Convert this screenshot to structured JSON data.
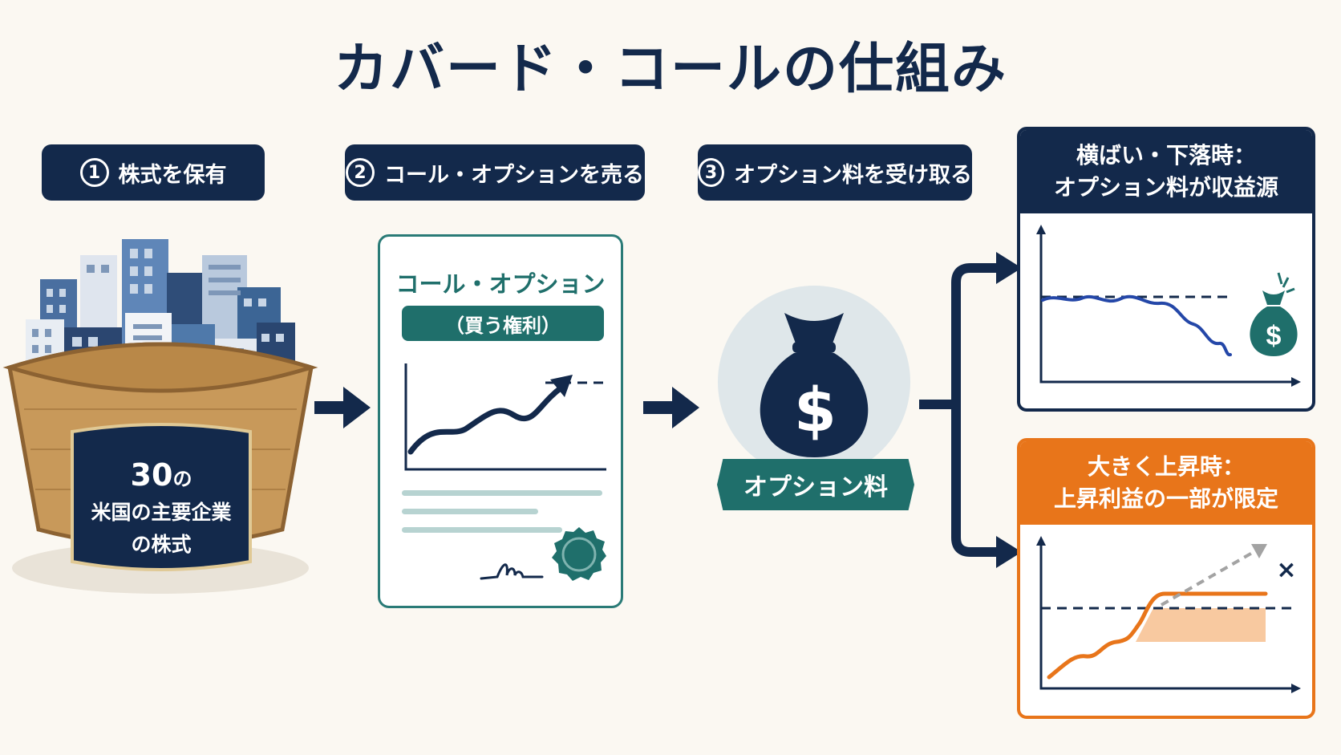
{
  "title": "カバード・コールの仕組み",
  "steps": [
    {
      "number": "1",
      "label": "株式を保有"
    },
    {
      "number": "2",
      "label": "コール・オプションを売る"
    },
    {
      "number": "3",
      "label": "オプション料を受け取る"
    }
  ],
  "basket": {
    "count": "30",
    "count_suffix": "の",
    "line2": "米国の主要企業",
    "line3": "の株式"
  },
  "option_doc": {
    "title": "コール・オプション",
    "subtitle": "（買う権利）"
  },
  "premium": {
    "symbol": "$",
    "label": "オプション料"
  },
  "outcomes": [
    {
      "line1": "横ばい・下落時：",
      "line2": "オプション料が収益源",
      "color": "#13294b"
    },
    {
      "line1": "大きく上昇時：",
      "line2": "上昇利益の一部が限定",
      "color": "#e8751a"
    }
  ],
  "colors": {
    "navy": "#13294b",
    "teal": "#1f6f6b",
    "orange": "#e8751a",
    "blue": "#2447a8",
    "background": "#fbf8f2"
  }
}
